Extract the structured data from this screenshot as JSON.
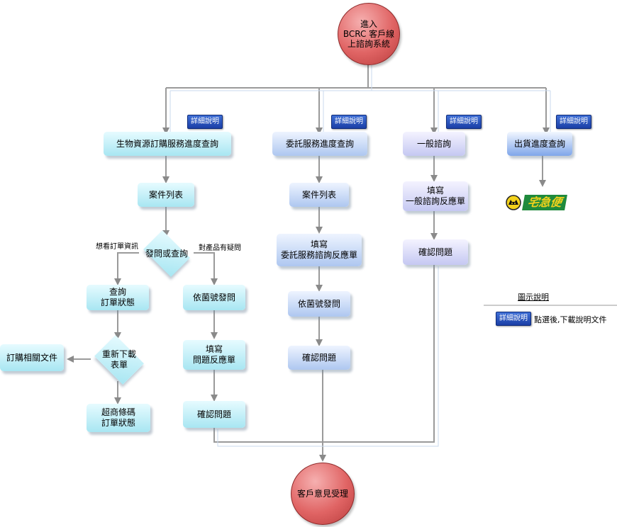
{
  "start": "進入\nBCRC 客戶線\n上諮詢系統",
  "end": "客戶意見受理",
  "badge_label": "詳細說明",
  "col1": {
    "header": "生物資源訂購服務進度查詢",
    "list": "案件列表",
    "decision": "發問或查詢",
    "left_label": "想看訂單資訊",
    "right_label": "對產品有疑問",
    "query_order": "查詢\n訂單狀態",
    "redownload": "重新下載\n表單",
    "order_docs": "訂購相關文件",
    "barcode": "超商條碼\n訂單狀態",
    "ask_by_strain": "依菌號發問",
    "fill_form": "填寫\n問題反應單",
    "confirm": "確認問題"
  },
  "col2": {
    "header": "委託服務進度查詢",
    "list": "案件列表",
    "fill_form": "填寫\n委託服務諮詢反應單",
    "ask_by_strain": "依菌號發問",
    "confirm": "確認問題"
  },
  "col3": {
    "header": "一般諮詢",
    "fill_form": "填寫\n一般諮詢反應單",
    "confirm": "確認問題"
  },
  "col4": {
    "header": "出貨進度查詢",
    "logo": "宅急便"
  },
  "legend": {
    "title": "圖示說明",
    "text": "點選後,下載說明文件"
  }
}
